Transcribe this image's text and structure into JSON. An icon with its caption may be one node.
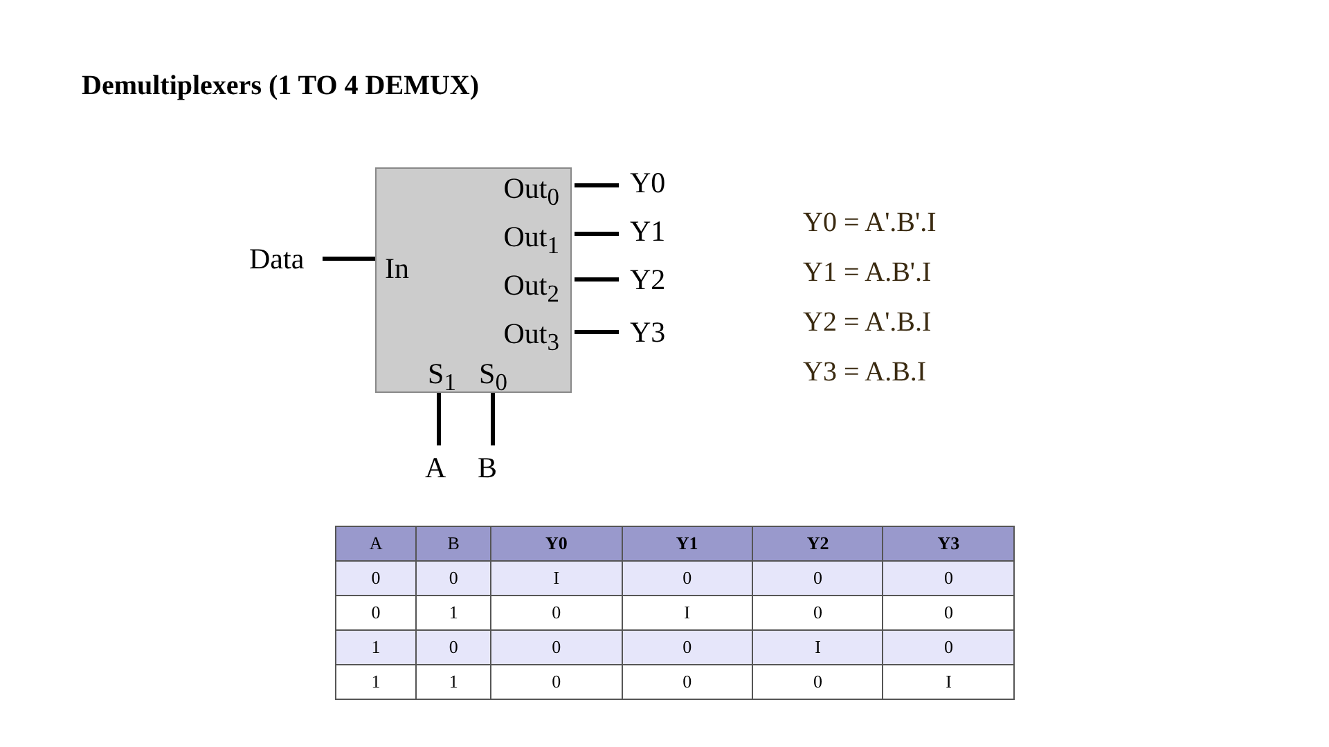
{
  "diagram": {
    "title": "Demultiplexers (1 TO 4 DEMUX)",
    "nodes": [
      {
        "text": [
          "In",
          "Out$_{0}$",
          "Out$_{1}$",
          "Out$_{2}$",
          "Out$_{3}$",
          "S$_{1}$",
          "S$_{0}$"
        ]
      },
      {
        "text": [
          "Data"
        ]
      },
      {
        "text": [
          "Y0"
        ]
      },
      {
        "text": [
          "Y1"
        ]
      },
      {
        "text": [
          "Y2"
        ]
      },
      {
        "text": [
          "Y3"
        ]
      },
      {
        "text": [
          "A"
        ]
      },
      {
        "text": [
          "B"
        ]
      }
    ],
    "edges": [
      {
        "from": 1,
        "to": 0,
        "arrow": "none"
      },
      {
        "from": 0,
        "to": 2,
        "arrow": "none"
      },
      {
        "from": 0,
        "to": 3,
        "arrow": "none"
      },
      {
        "from": 0,
        "to": 4,
        "arrow": "none"
      },
      {
        "from": 0,
        "to": 5,
        "arrow": "none"
      },
      {
        "from": 6,
        "to": 0,
        "arrow": "none"
      },
      {
        "from": 7,
        "to": 0,
        "arrow": "none"
      }
    ],
    "labels": [
      "Y0 = A'.B'.I",
      "Y1 = A.B'.I",
      "Y2 = A'.B.I",
      "Y3 = A.B.I",
      "A",
      "B",
      "Y0",
      "Y1",
      "Y2",
      "Y3",
      "0",
      "0",
      "I",
      "0",
      "0",
      "0",
      "0",
      "1",
      "0",
      "I",
      "0",
      "0",
      "1",
      "0",
      "0",
      "0",
      "I",
      "0",
      "1",
      "1",
      "0",
      "0",
      "0",
      "I"
    ]
  }
}
